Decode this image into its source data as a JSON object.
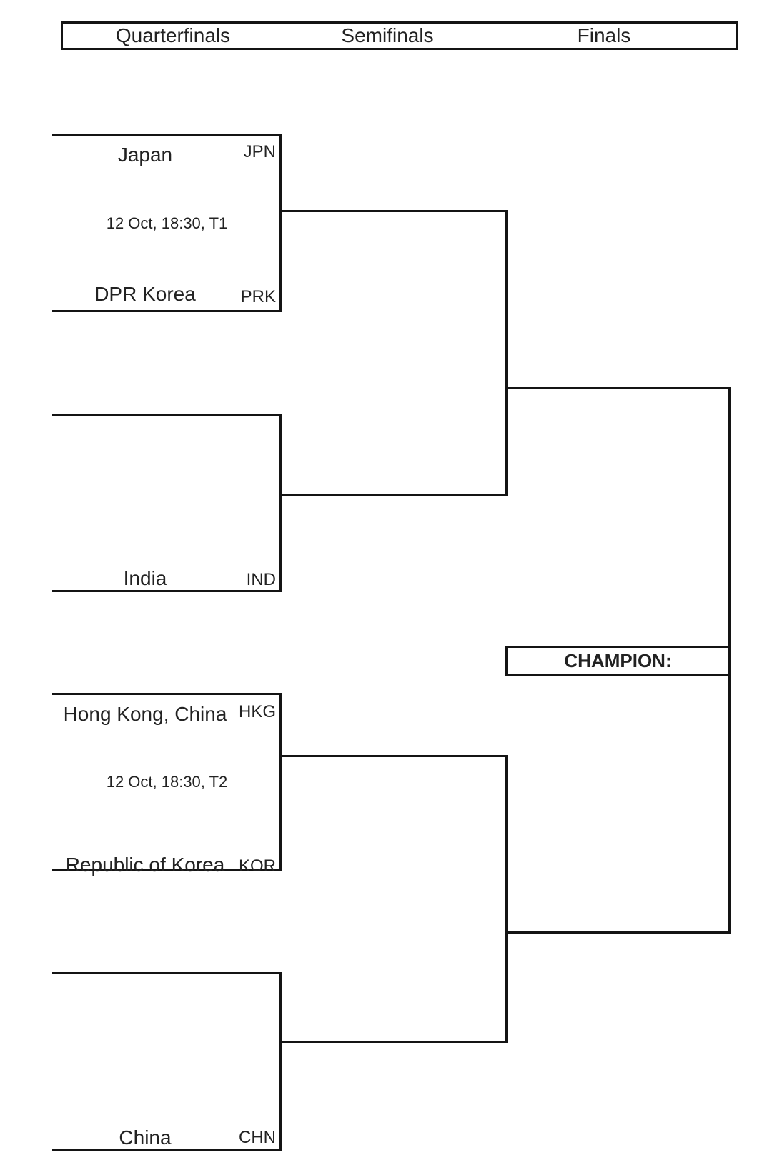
{
  "header": {
    "round_labels": [
      "Quarterfinals",
      "Semifinals",
      "Finals"
    ]
  },
  "quarterfinals": [
    {
      "top_team": "Japan",
      "top_code": "JPN",
      "bottom_team": "DPR Korea",
      "bottom_code": "PRK",
      "match_info": "12 Oct, 18:30, T1"
    },
    {
      "top_team": "",
      "top_code": "",
      "bottom_team": "India",
      "bottom_code": "IND",
      "match_info": ""
    },
    {
      "top_team": "Hong Kong, China",
      "top_code": "HKG",
      "bottom_team": "Republic of Korea",
      "bottom_code": "KOR",
      "match_info": "12 Oct, 18:30, T2"
    },
    {
      "top_team": "",
      "top_code": "",
      "bottom_team": "China",
      "bottom_code": "CHN",
      "match_info": ""
    }
  ],
  "finals": {
    "champion_label": "CHAMPION:"
  },
  "colors": {
    "line": "#141414",
    "text": "#222222",
    "background": "#ffffff"
  }
}
